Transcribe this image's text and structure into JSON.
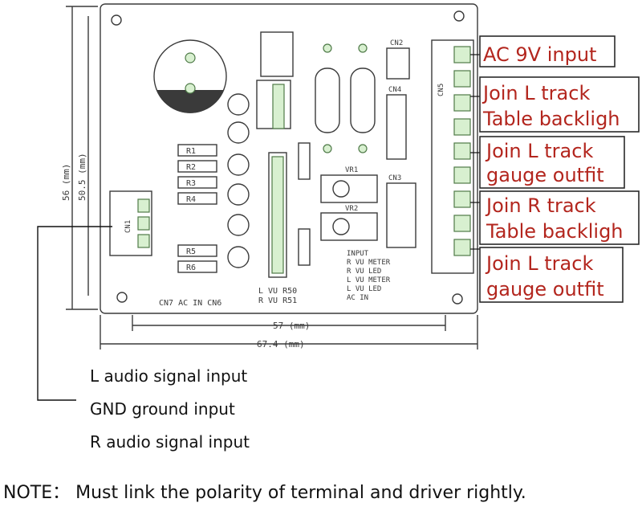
{
  "board": {
    "dim_height_1": "56 (mm)",
    "dim_height_2": "50.5 (mm)",
    "dim_width_1": "57 (mm)",
    "dim_width_2": "67.4 (mm)",
    "silkscreen": {
      "r1": "R1",
      "r2": "R2",
      "r3": "R3",
      "r4": "R4",
      "r5": "R5",
      "r6": "R6",
      "cn1": "CN1",
      "cn2": "CN2",
      "cn3": "CN3",
      "cn4": "CN4",
      "cn5": "CN5",
      "vr1": "VR1",
      "vr2": "VR2",
      "bottom_left": "CN7  AC IN  CN6",
      "bottom_mid1": "L VU  R50",
      "bottom_mid2": "R VU  R51",
      "input_block": "INPUT\nR VU  METER\nR VU  LED\nL VU  METER\nL VU  LED\nAC IN"
    }
  },
  "right_labels": [
    {
      "lines": [
        "AC 9V  input"
      ]
    },
    {
      "lines": [
        "Join L track",
        "Table backligh"
      ]
    },
    {
      "lines": [
        "Join L track",
        "gauge outfit"
      ]
    },
    {
      "lines": [
        "Join R track",
        "Table backligh"
      ]
    },
    {
      "lines": [
        "Join L track",
        "gauge outfit"
      ]
    }
  ],
  "left_labels": {
    "l_audio": "L audio signal input",
    "gnd": "GND ground input",
    "r_audio": "R audio signal input"
  },
  "note": "NOTE： Must link the polarity of terminal and driver rightly.",
  "colors": {
    "label_red": "#b3261e",
    "pcb_green": "#d8f0d0"
  }
}
